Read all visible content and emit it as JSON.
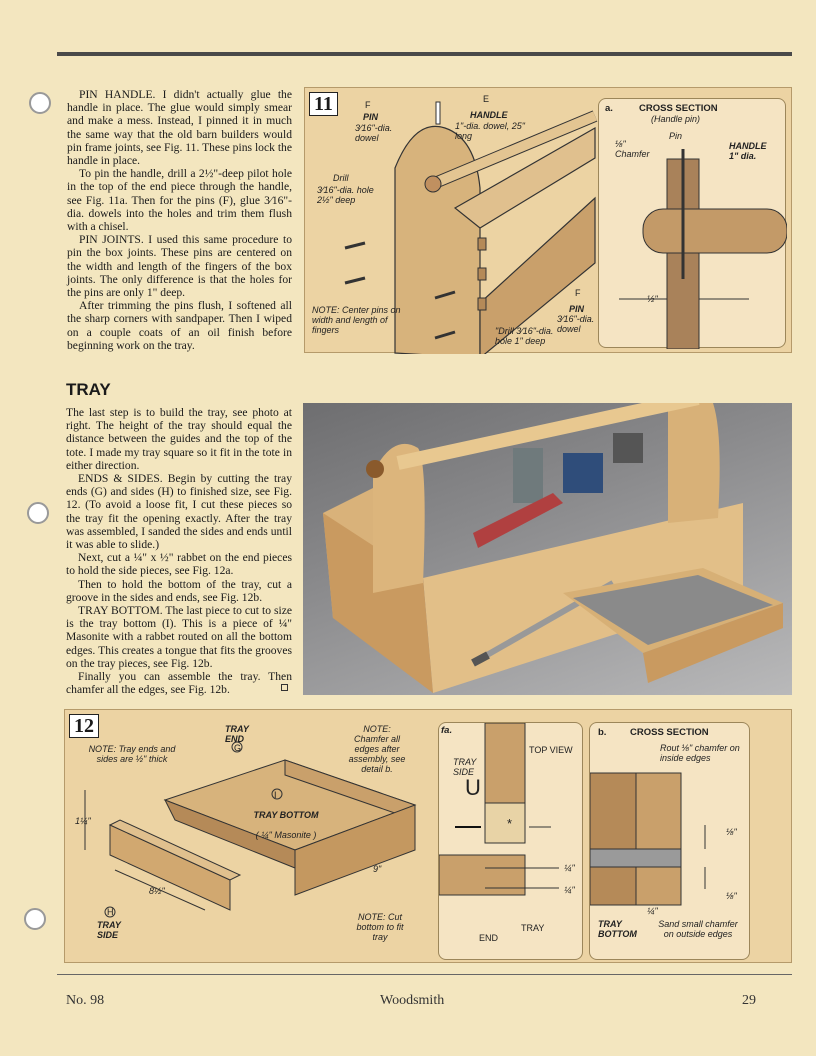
{
  "column_left": {
    "para1": "PIN HANDLE. I didn't actually glue the handle in place. The glue would simply smear and make a mess. Instead, I pinned it in much the same way that the old barn builders would pin frame joints, see Fig. 11. These pins lock the handle in place.",
    "para2": "To pin the handle, drill a 2½\"-deep pilot hole in the top of the end piece through the handle, see Fig. 11a. Then for the pins (F), glue 3⁄16\"-dia. dowels into the holes and trim them flush with a chisel.",
    "para3": "PIN JOINTS. I used this same procedure to pin the box joints. These pins are centered on the width and length of the fingers of the box joints. The only difference is that the holes for the pins are only 1\" deep.",
    "para4": "After trimming the pins flush, I softened all the sharp corners with sandpaper. Then I wiped on a couple coats of an oil finish before beginning work on the tray."
  },
  "tray_section": {
    "heading": "TRAY",
    "para1": "The last step is to build the tray, see photo at right. The height of the tray should equal the distance between the guides and the top of the tote. I made my tray square so it fit in the tote in either direction.",
    "para2": "ENDS & SIDES. Begin by cutting the tray ends (G) and sides (H) to finished size, see Fig. 12. (To avoid a loose fit, I cut these pieces so the tray fit the opening exactly. After the tray was assembled, I sanded the sides and ends until it was able to slide.)",
    "para3": "Next, cut a ¼\" x ½\" rabbet on the end pieces to hold the side pieces, see Fig. 12a.",
    "para4": "Then to hold the bottom of the tray, cut a groove in the sides and ends, see Fig. 12b.",
    "para5": "TRAY BOTTOM. The last piece to cut to size is the tray bottom (I). This is a piece of ¼\" Masonite with a rabbet routed on all the bottom edges. This creates a tongue that fits the grooves on the tray pieces, see Fig. 12b.",
    "para6": "Finally you can assemble the tray. Then chamfer all the edges, see Fig. 12b."
  },
  "fig11": {
    "number": "11",
    "pin_letter": "F",
    "pin_label": "PIN",
    "pin_size": "3⁄16\"-dia. dowel",
    "handle_letter": "E",
    "handle_label": "HANDLE",
    "handle_size": "1\"-dia. dowel, 25\" long",
    "drill_label": "Drill",
    "drill_size": "3⁄16\"-dia. hole 2½\" deep",
    "note": "NOTE: Center pins on width and length of fingers",
    "pin2_letter": "F",
    "pin2_label": "PIN",
    "pin2_size": "3⁄16\"-dia. dowel",
    "drill2": "\"Drill 3⁄16\"-dia. hole 1\" deep",
    "sub_letter": "a.",
    "sub_title": "CROSS SECTION",
    "sub_subtitle": "(Handle pin)",
    "sub_pin": "Pin",
    "sub_chamfer": "⅛\" Chamfer",
    "sub_handle": "HANDLE 1\" dia.",
    "sub_dim": "½\""
  },
  "fig12": {
    "number": "12",
    "note1": "NOTE: Tray ends and sides are ½\" thick",
    "tray_end_label": "TRAY END",
    "tray_end_letter": "G",
    "note2": "NOTE: Chamfer all edges after assembly, see detail b.",
    "bottom_letter": "I",
    "bottom_label": "TRAY BOTTOM",
    "bottom_size": "( ¼\" Masonite )",
    "dim_height": "1¼\"",
    "dim_length": "8½\"",
    "dim_width": "9\"",
    "side_letter": "H",
    "side_label": "TRAY SIDE",
    "note3": "NOTE: Cut bottom to fit tray",
    "a_letter": "fa.",
    "a_tray_side": "TRAY SIDE",
    "a_top_view": "TOP VIEW",
    "a_u": "U",
    "a_star": "*",
    "a_dim1": "¼\"",
    "a_dim2": "¼\"",
    "a_tray": "TRAY",
    "a_end": "END",
    "b_letter": "b.",
    "b_title": "CROSS SECTION",
    "b_rout": "Rout ⅛\" chamfer on inside edges",
    "b_dim1": "⅛\"",
    "b_dim2": "⅛\"",
    "b_dim3": "¼\"",
    "b_tray_bottom": "TRAY BOTTOM",
    "b_sand": "Sand small chamfer on outside edges"
  },
  "footer": {
    "issue": "No. 98",
    "magazine": "Woodsmith",
    "page": "29"
  },
  "colors": {
    "page_bg": "#f3e6bf",
    "figure_bg": "#ecd3a3",
    "wood": "#c9a06b"
  }
}
